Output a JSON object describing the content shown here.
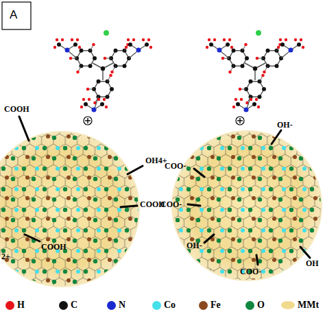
{
  "diagram": {
    "labels": [
      "A",
      "COOH",
      "OH4+",
      "COOH",
      "COOH",
      "2+",
      "OH-",
      "COO-",
      "COO-",
      "OH-",
      "COO-",
      "OH"
    ],
    "legend": [
      {
        "text": "H",
        "color": "#e8141a"
      },
      {
        "text": "C",
        "color": "#111111"
      },
      {
        "text": "N",
        "color": "#1a2ad0"
      },
      {
        "text": "Co",
        "color": "#44e0ea"
      },
      {
        "text": "Fe",
        "color": "#8c4a1f"
      },
      {
        "text": "O",
        "color": "#11873f"
      },
      {
        "text": "MMt",
        "color": "#f1d98e"
      }
    ]
  }
}
